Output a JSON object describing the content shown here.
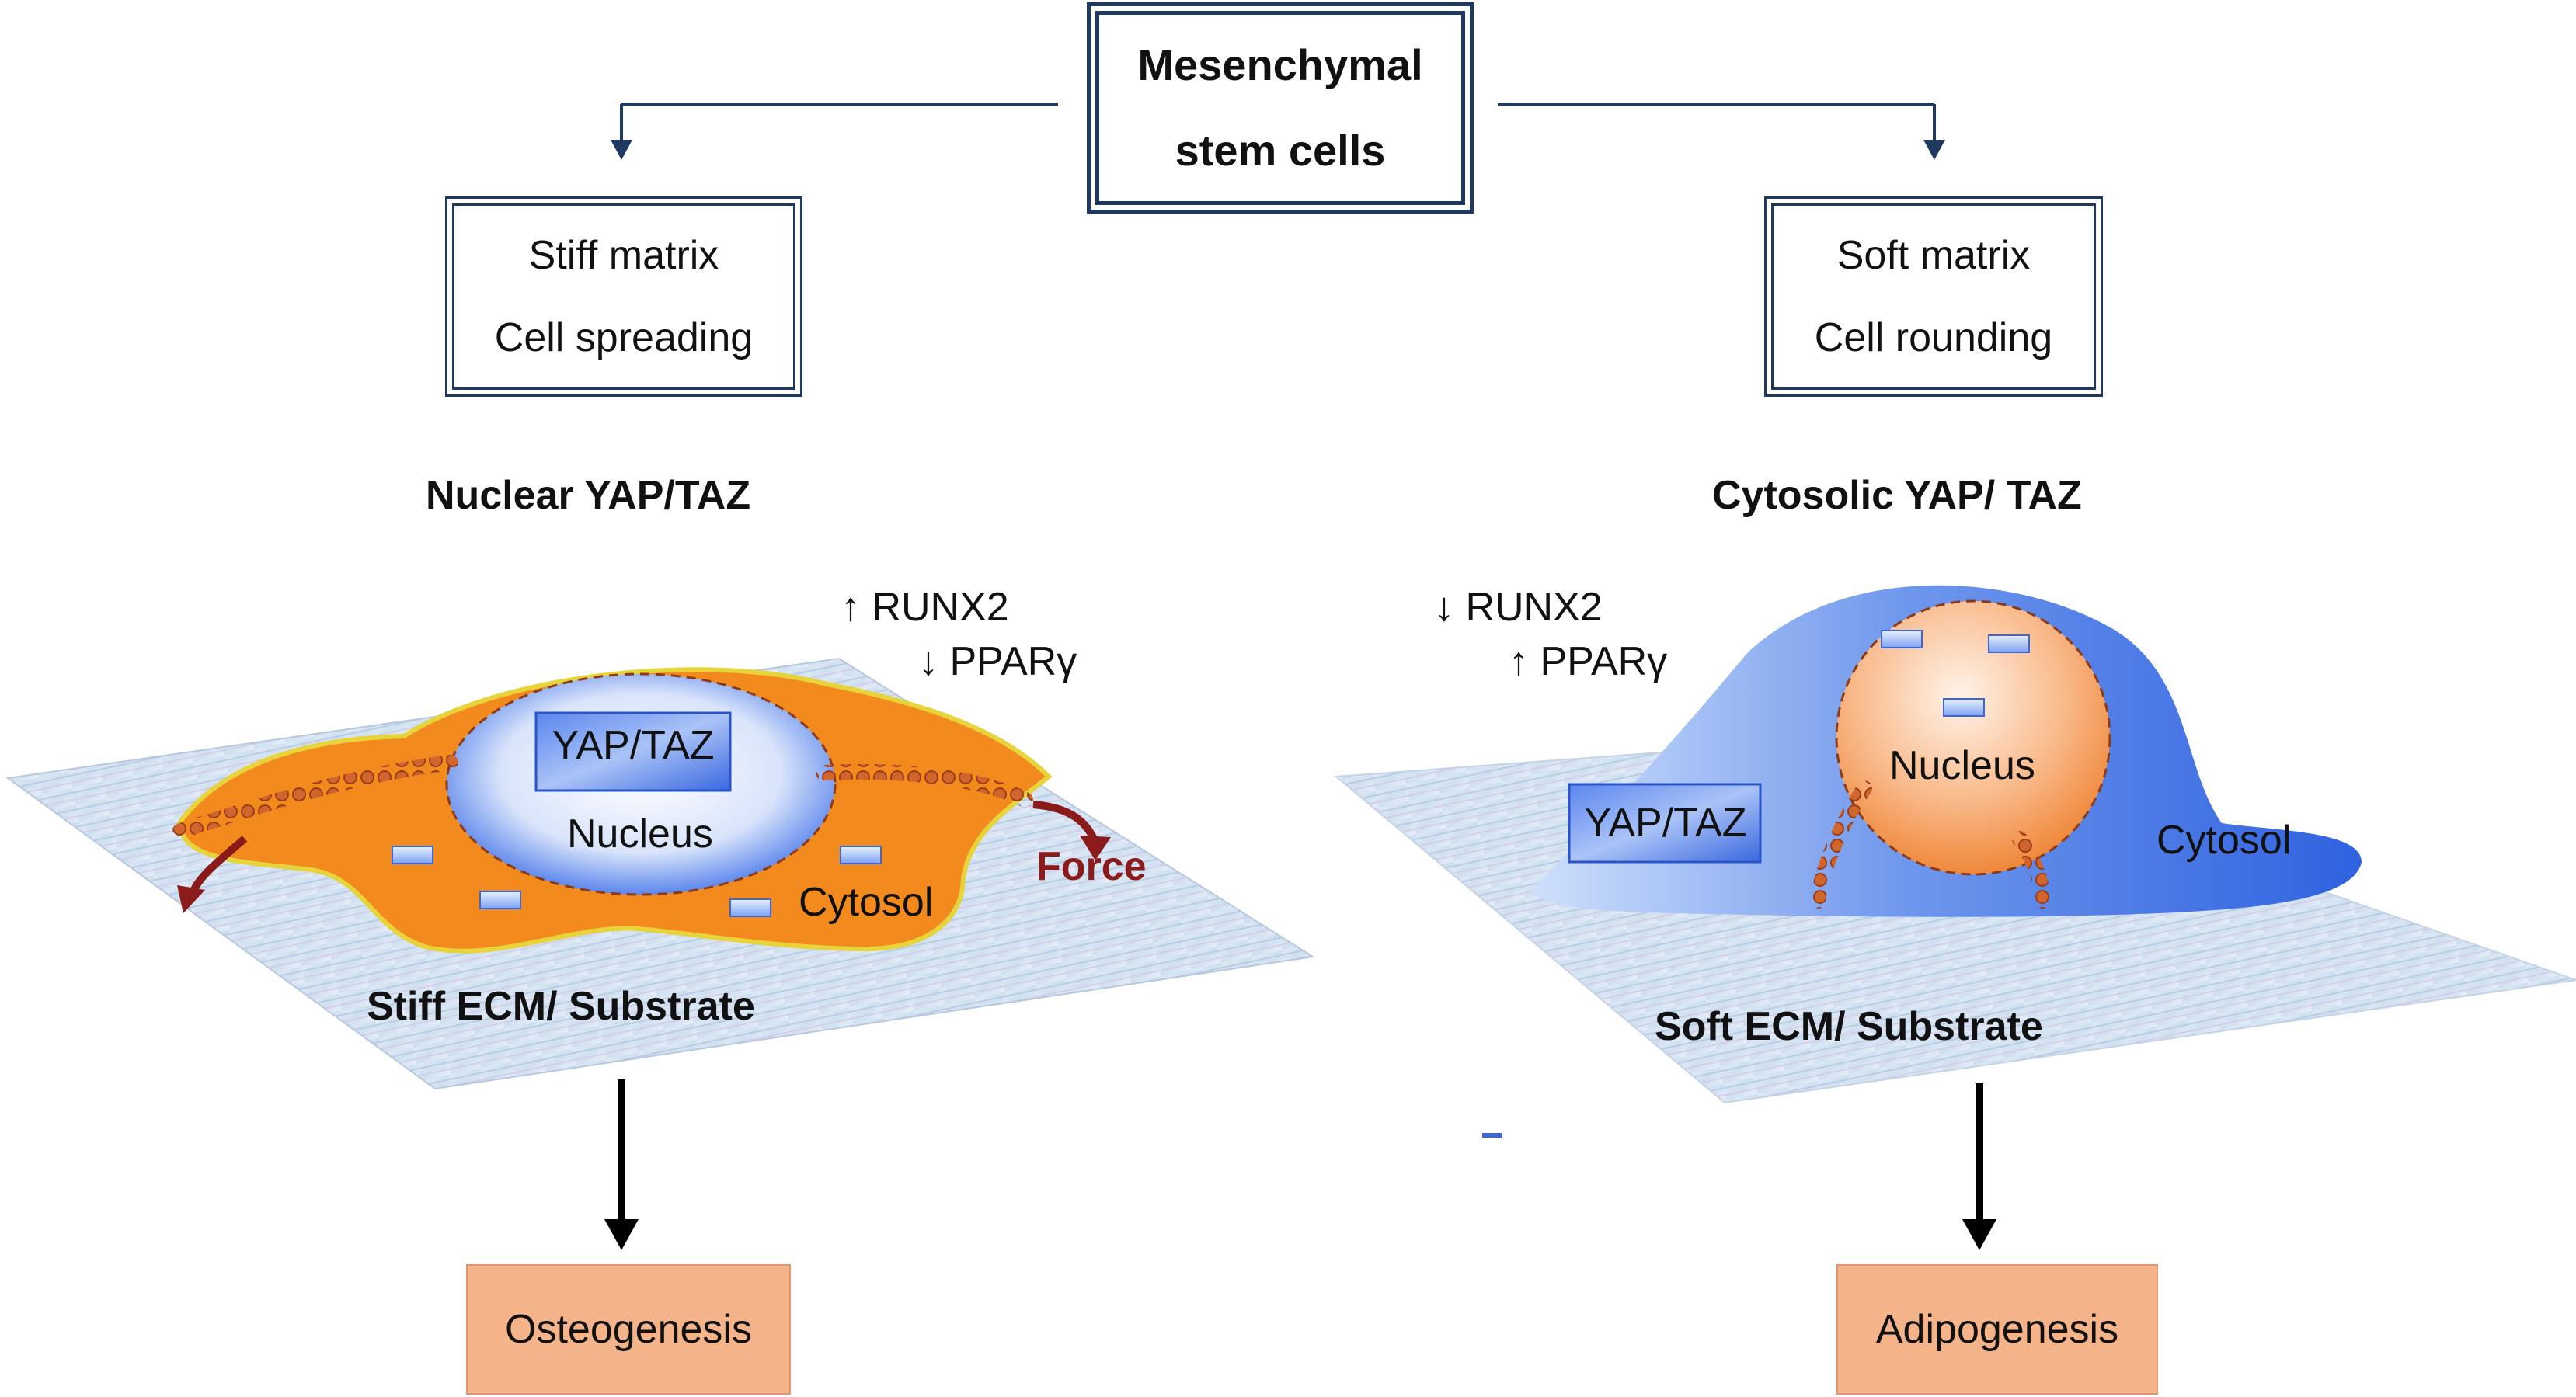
{
  "top_box": {
    "line1": "Mesenchymal",
    "line2": "stem cells"
  },
  "left": {
    "condition": {
      "line1": "Stiff matrix",
      "line2": "Cell spreading"
    },
    "localization": "Nuclear YAP/TAZ",
    "runx2": "↑ RUNX2",
    "ppar": "↓ PPARγ",
    "yap_label": "YAP/TAZ",
    "nucleus": "Nucleus",
    "cytosol": "Cytosol",
    "force": "Force",
    "substrate": "Stiff ECM/ Substrate",
    "outcome": "Osteogenesis"
  },
  "right": {
    "condition": {
      "line1": "Soft matrix",
      "line2": "Cell rounding"
    },
    "localization": "Cytosolic YAP/ TAZ",
    "runx2": "↓ RUNX2",
    "ppar": "↑ PPARγ",
    "yap_label": "YAP/TAZ",
    "nucleus": "Nucleus",
    "cytosol": "Cytosol",
    "substrate": "Soft ECM/ Substrate",
    "outcome": "Adipogenesis"
  },
  "colors": {
    "frame": "#1f3a5f",
    "stiff_cell": "#f28a1e",
    "soft_cell": "#3f6fe0",
    "actin_beads": "#c8542a",
    "force_arrow": "#8b1a1a",
    "outcome_fill": "#f5b38a",
    "up_arrow_runx2": "#7a2d2d",
    "down_arrow_ppar": "#2e7d32"
  }
}
